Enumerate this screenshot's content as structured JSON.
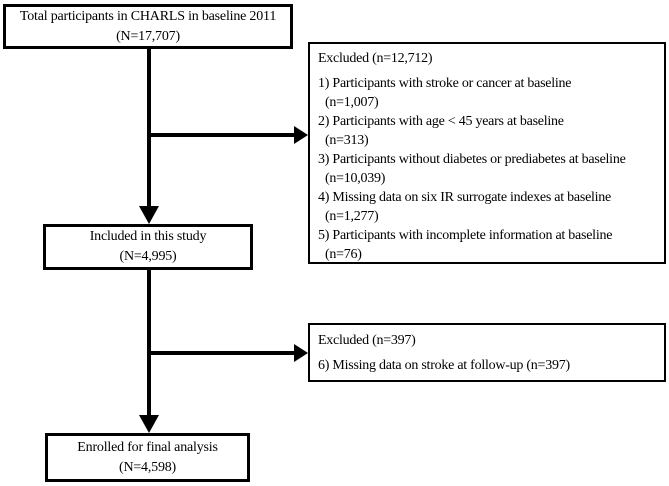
{
  "total_box": {
    "line1": "Total participants in CHARLS in baseline 2011",
    "line2": "(N=17,707)"
  },
  "included_box": {
    "line1": "Included in this study",
    "line2": "(N=4,995)"
  },
  "enrolled_box": {
    "line1": "Enrolled for final analysis",
    "line2": "(N=4,598)"
  },
  "excluded_box_1": {
    "header": "Excluded (n=12,712)",
    "items": [
      {
        "text": "1) Participants with stroke or cancer at baseline",
        "n": "(n=1,007)"
      },
      {
        "text": "2) Participants with age < 45 years at baseline",
        "n": "(n=313)"
      },
      {
        "text": "3) Participants without diabetes or prediabetes at baseline",
        "n": "(n=10,039)"
      },
      {
        "text": "4) Missing data on six IR surrogate indexes at baseline",
        "n": "(n=1,277)"
      },
      {
        "text": "5) Participants with incomplete information at baseline",
        "n": "(n=76)"
      }
    ]
  },
  "excluded_box_2": {
    "header": "Excluded (n=397)",
    "items": [
      {
        "text": "6) Missing data on stroke at follow-up (n=397)"
      }
    ]
  },
  "colors": {
    "border": "#000000",
    "background": "#ffffff",
    "text": "#000000"
  }
}
